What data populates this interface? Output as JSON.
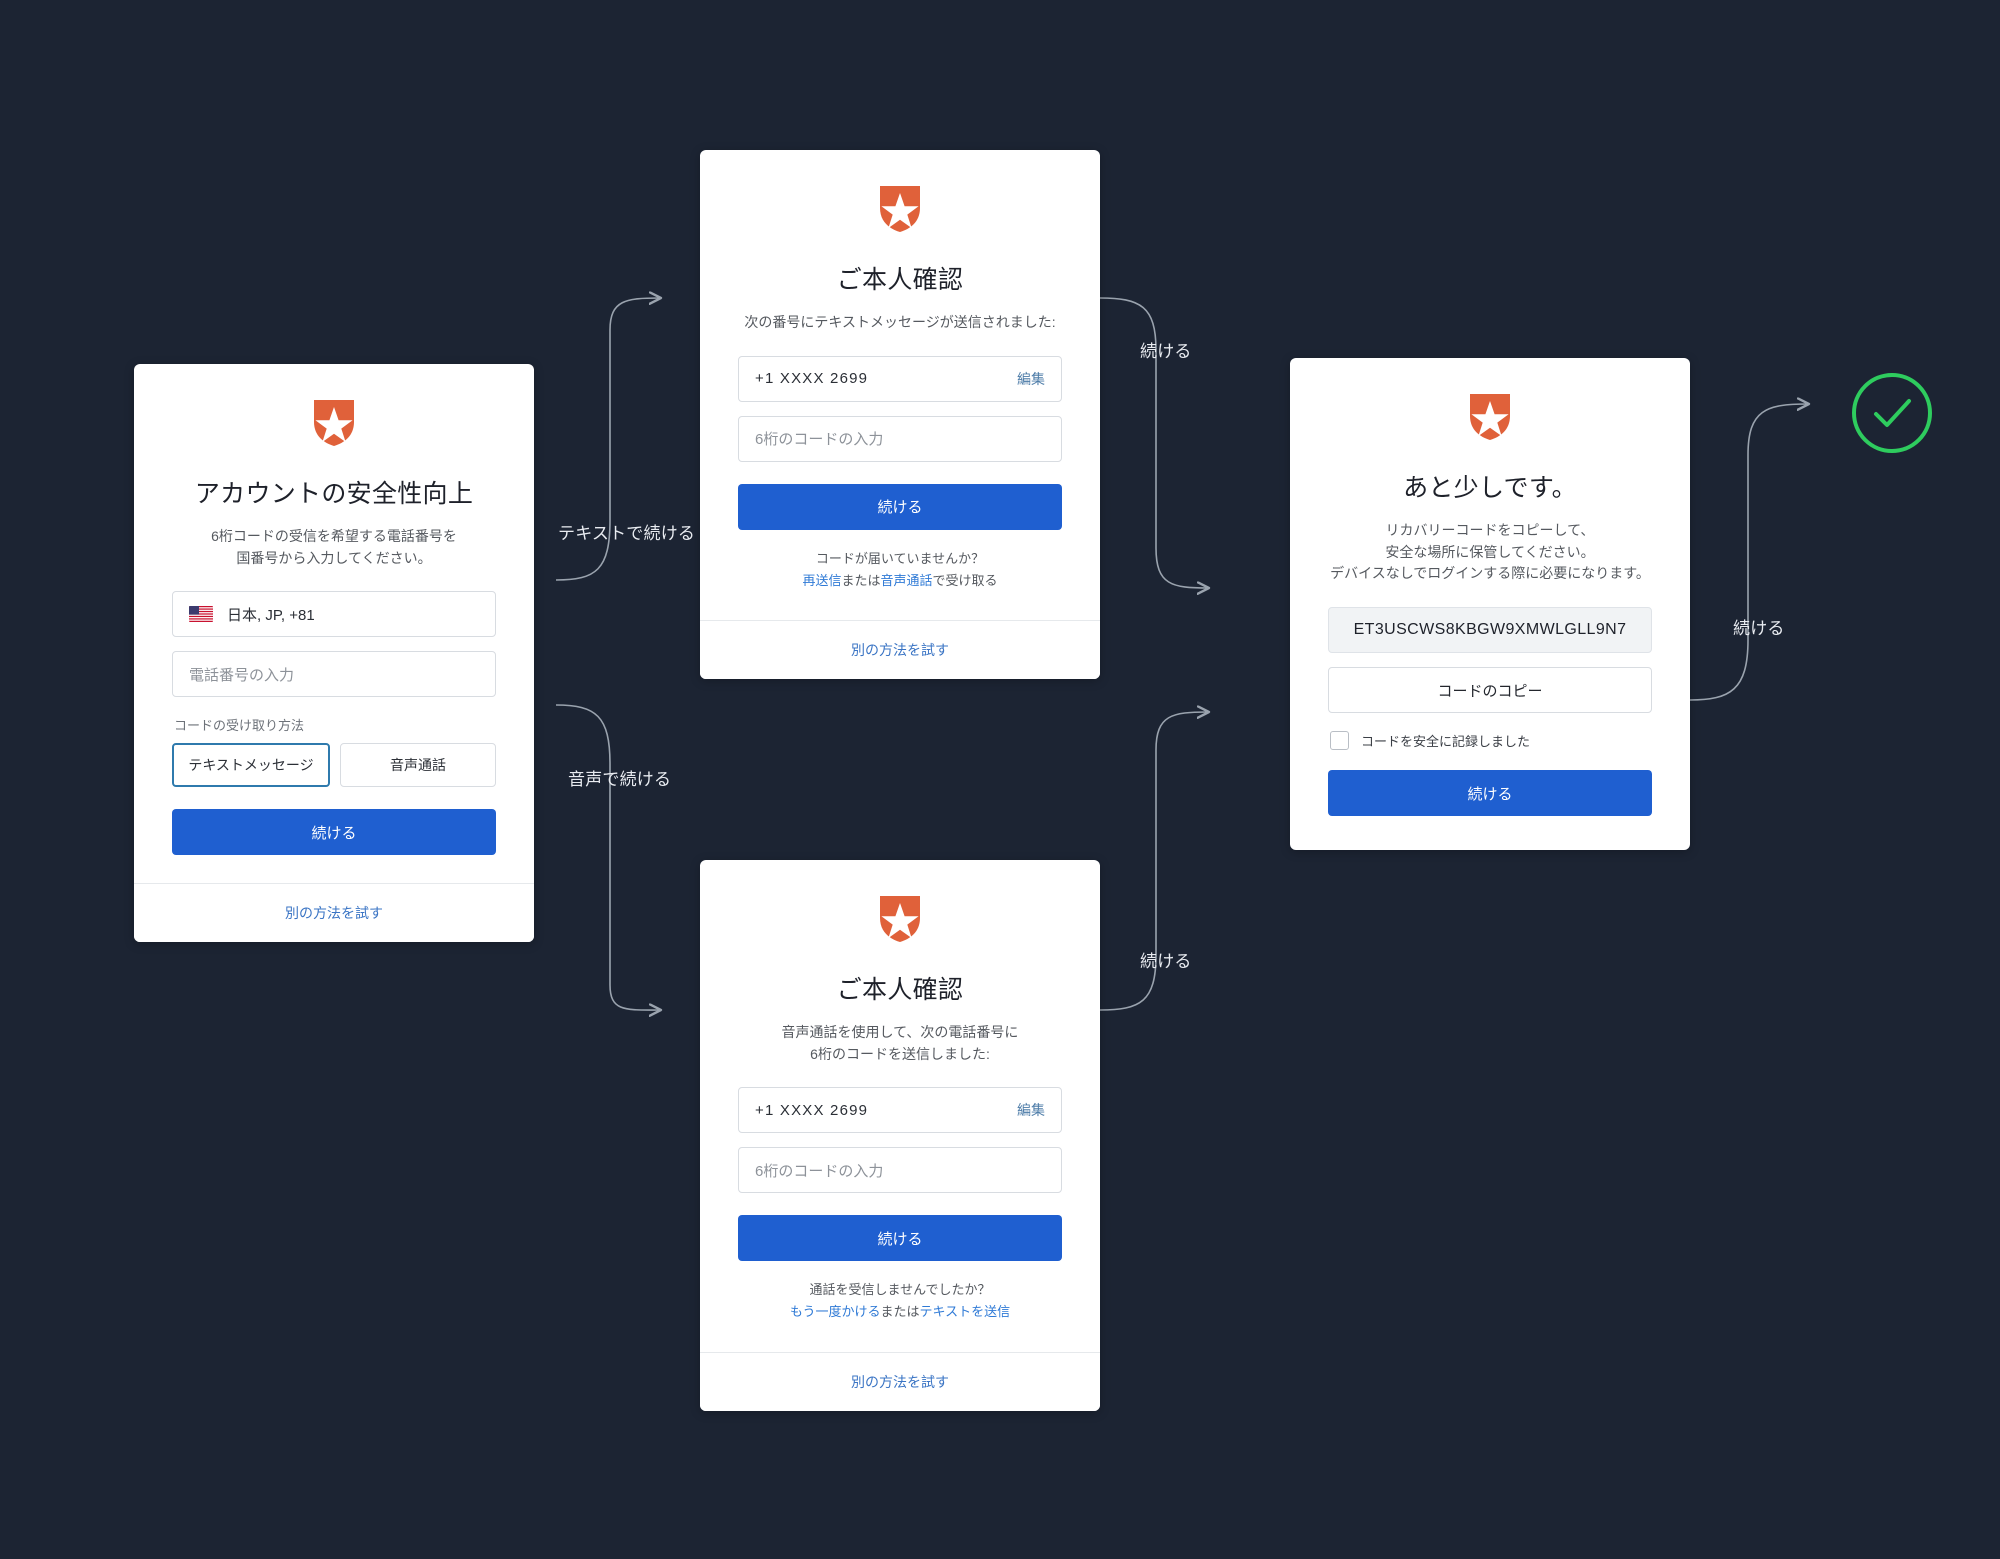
{
  "theme": {
    "background": "#1c2433",
    "brand_orange": "#e0613a",
    "primary_blue": "#1f5fd0",
    "link_blue": "#3a74c4",
    "success_green": "#2ecc5e"
  },
  "flow_labels": {
    "text_branch": "テキストで続ける",
    "voice_branch": "音声で続ける",
    "continue_top": "続ける",
    "continue_bottom": "続ける",
    "continue_final": "続ける"
  },
  "cards": {
    "enroll": {
      "logo": "auth0-shield-icon",
      "title": "アカウントの安全性向上",
      "subtitle_line1": "6桁コードの受信を希望する電話番号を",
      "subtitle_line2": "国番号から入力してください。",
      "country_value": "日本, JP, +81",
      "country_flag": "us-flag-icon",
      "phone_placeholder": "電話番号の入力",
      "method_label": "コードの受け取り方法",
      "method_options": [
        "テキストメッセージ",
        "音声通話"
      ],
      "method_selected": "テキストメッセージ",
      "primary_button": "続ける",
      "footer_link": "別の方法を試す"
    },
    "verify_sms": {
      "logo": "auth0-shield-icon",
      "title": "ご本人確認",
      "subtitle_line1": "次の番号にテキストメッセージが送信されました:",
      "phone_value": "+1  XXXX  2699",
      "edit_link": "編集",
      "code_placeholder": "6桁のコードの入力",
      "primary_button": "続ける",
      "resend_question": "コードが届いていませんか？",
      "resend_link_1": "再送信",
      "resend_middle": "または",
      "resend_link_2": "音声通話",
      "resend_tail": "で受け取る",
      "footer_link": "別の方法を試す"
    },
    "verify_voice": {
      "logo": "auth0-shield-icon",
      "title": "ご本人確認",
      "subtitle_line1": "音声通話を使用して、次の電話番号に",
      "subtitle_line2": "6桁のコードを送信しました:",
      "phone_value": "+1  XXXX  2699",
      "edit_link": "編集",
      "code_placeholder": "6桁のコードの入力",
      "primary_button": "続ける",
      "resend_question": "通話を受信しませんでしたか？",
      "resend_link_1": "もう一度かける",
      "resend_middle": "または",
      "resend_link_2": "テキストを送信",
      "resend_tail": "",
      "footer_link": "別の方法を試す"
    },
    "recovery": {
      "logo": "auth0-shield-icon",
      "title": "あと少しです。",
      "subtitle_line1": "リカバリーコードをコピーして、",
      "subtitle_line2": "安全な場所に保管してください。",
      "subtitle_line3": "デバイスなしでログインする際に必要になります。",
      "recovery_code": "ET3USCWS8KBGW9XMWLGLL9N7",
      "copy_button": "コードのコピー",
      "checkbox_label": "コードを安全に記録しました",
      "checkbox_checked": false,
      "primary_button": "続ける"
    }
  },
  "success": {
    "icon": "check-circle-icon"
  }
}
